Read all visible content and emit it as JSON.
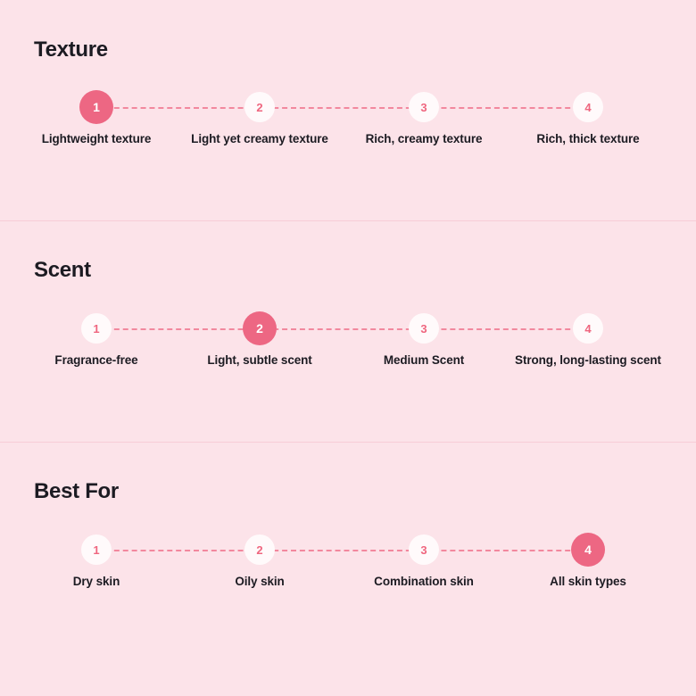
{
  "background_color": "#fce3e9",
  "accent_color": "#ed6783",
  "number_color": "#ef667f",
  "text_color": "#1c1b22",
  "divider_color": "#f7cdd7",
  "dot_inactive_color": "#fffafb",
  "sections": [
    {
      "title": "Texture",
      "active_step": 1,
      "steps": [
        {
          "number": "1",
          "label": "Lightweight texture"
        },
        {
          "number": "2",
          "label": "Light yet creamy texture"
        },
        {
          "number": "3",
          "label": "Rich, creamy texture"
        },
        {
          "number": "4",
          "label": "Rich, thick texture"
        }
      ]
    },
    {
      "title": "Scent",
      "active_step": 2,
      "steps": [
        {
          "number": "1",
          "label": "Fragrance-free"
        },
        {
          "number": "2",
          "label": "Light, subtle scent"
        },
        {
          "number": "3",
          "label": "Medium Scent"
        },
        {
          "number": "4",
          "label": "Strong, long-lasting scent"
        }
      ]
    },
    {
      "title": "Best For",
      "active_step": 4,
      "steps": [
        {
          "number": "1",
          "label": "Dry skin"
        },
        {
          "number": "2",
          "label": "Oily skin"
        },
        {
          "number": "3",
          "label": "Combination skin"
        },
        {
          "number": "4",
          "label": "All skin types"
        }
      ]
    }
  ]
}
